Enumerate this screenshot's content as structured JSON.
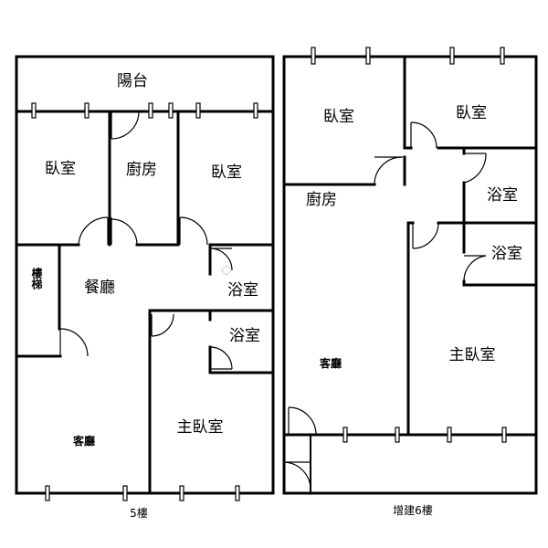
{
  "floor5": {
    "balcony": "陽台",
    "bedroom_left": "臥室",
    "kitchen": "廚房",
    "bedroom_right": "臥室",
    "stairs": "樓梯",
    "dining": "餐廳",
    "bath_top": "浴室",
    "bath_bottom": "浴室",
    "living": "客廳",
    "master": "主臥室",
    "caption": "5樓"
  },
  "floor6": {
    "bedroom_left": "臥室",
    "bedroom_right": "臥室",
    "kitchen": "廚房",
    "bath_top": "浴室",
    "bath_bottom": "浴室",
    "living": "客廳",
    "master": "主臥室",
    "caption": "增建6樓"
  }
}
